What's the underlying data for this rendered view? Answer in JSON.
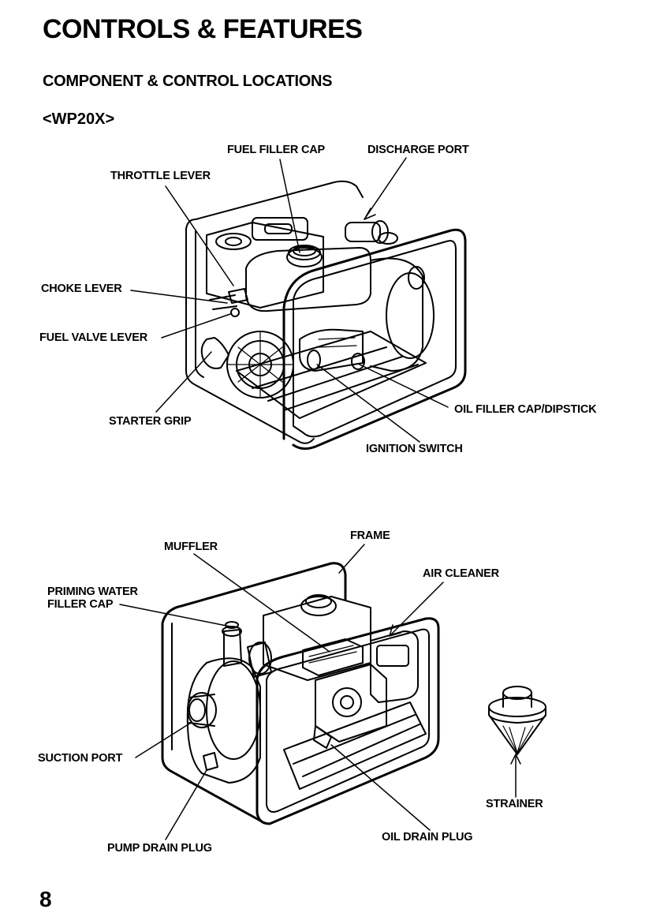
{
  "page": {
    "title": "CONTROLS & FEATURES",
    "section": "COMPONENT & CONTROL LOCATIONS",
    "model": "<WP20X>",
    "page_number": "8"
  },
  "figure_top": {
    "labels": {
      "fuel_filler_cap": "FUEL FILLER CAP",
      "discharge_port": "DISCHARGE PORT",
      "throttle_lever": "THROTTLE LEVER",
      "choke_lever": "CHOKE LEVER",
      "fuel_valve_lever": "FUEL VALVE LEVER",
      "starter_grip": "STARTER GRIP",
      "oil_filler_cap": "OIL FILLER CAP/DIPSTICK",
      "ignition_switch": "IGNITION SWITCH"
    }
  },
  "figure_bottom": {
    "labels": {
      "frame": "FRAME",
      "muffler": "MUFFLER",
      "air_cleaner": "AIR CLEANER",
      "priming_line1": "PRIMING WATER",
      "priming_line2": "FILLER CAP",
      "suction_port": "SUCTION PORT",
      "strainer": "STRAINER",
      "oil_drain_plug": "OIL DRAIN PLUG",
      "pump_drain_plug": "PUMP DRAIN PLUG"
    }
  }
}
